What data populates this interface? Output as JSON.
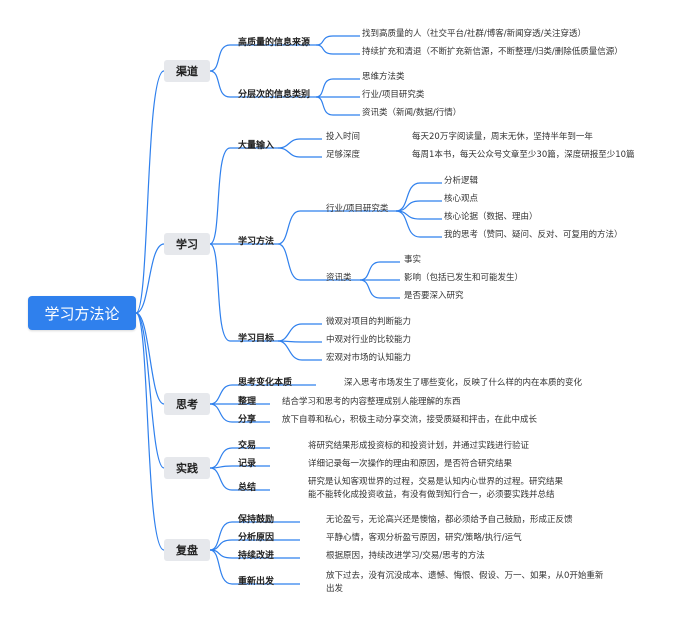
{
  "root": "学习方法论",
  "branches": {
    "channel": {
      "label": "渠道",
      "items": [
        {
          "title": "高质量的信息来源",
          "leaves": [
            "找到高质量的人（社交平台/社群/博客/新闻穿透/关注穿透）",
            "持续扩充和清退（不断扩充新信源，不断整理/归类/删除低质量信源）"
          ]
        },
        {
          "title": "分层次的信息类别",
          "leaves": [
            "思维方法类",
            "行业/项目研究类",
            "资讯类（新闻/数据/行情）"
          ]
        }
      ]
    },
    "study": {
      "label": "学习",
      "input": {
        "title": "大量输入",
        "rows": [
          {
            "k": "投入时间",
            "v": "每天20万字阅读量，周末无休，坚持半年到一年"
          },
          {
            "k": "足够深度",
            "v": "每周1本书，每天公众号文章至少30篇，深度研报至少10篇"
          }
        ]
      },
      "method": {
        "title": "学习方法",
        "industry": {
          "label": "行业/项目研究类",
          "items": [
            "分析逻辑",
            "核心观点",
            "核心论据（数据、理由）",
            "我的思考（赞同、疑问、反对、可复用的方法）"
          ]
        },
        "news": {
          "label": "资讯类",
          "items": [
            "事实",
            "影响（包括已发生和可能发生）",
            "是否要深入研究"
          ]
        }
      },
      "goal": {
        "title": "学习目标",
        "items": [
          "微观对项目的判断能力",
          "中观对行业的比较能力",
          "宏观对市场的认知能力"
        ]
      }
    },
    "think": {
      "label": "思考",
      "items": [
        {
          "k": "思考变化本质",
          "v": "深入思考市场发生了哪些变化，反映了什么样的内在本质的变化"
        },
        {
          "k": "整理",
          "v": "结合学习和思考的内容整理成别人能理解的东西"
        },
        {
          "k": "分享",
          "v": "放下自尊和私心，积极主动分享交流，接受质疑和抨击，在此中成长"
        }
      ]
    },
    "practice": {
      "label": "实践",
      "items": [
        {
          "k": "交易",
          "v": "将研究结果形成投资标的和投资计划，并通过实践进行验证"
        },
        {
          "k": "记录",
          "v": "详细记录每一次操作的理由和原因，是否符合研究结果"
        },
        {
          "k": "总结",
          "v": "研究是认知客观世界的过程，交易是认知内心世界的过程。研究结果能不能转化成投资收益，有没有做到知行合一，必须要实践并总结"
        }
      ]
    },
    "review": {
      "label": "复盘",
      "items": [
        {
          "k": "保持鼓励",
          "v": "无论盈亏，无论高兴还是懊恼，都必须给予自己鼓励，形成正反馈"
        },
        {
          "k": "分析原因",
          "v": "平静心情，客观分析盈亏原因，研究/策略/执行/运气"
        },
        {
          "k": "持续改进",
          "v": "根据原因，持续改进学习/交易/思考的方法"
        },
        {
          "k": "重新出发",
          "v": "放下过去，没有沉没成本、遗憾、悔恨、假设、万一、如果，从0开始重新出发"
        }
      ]
    }
  }
}
